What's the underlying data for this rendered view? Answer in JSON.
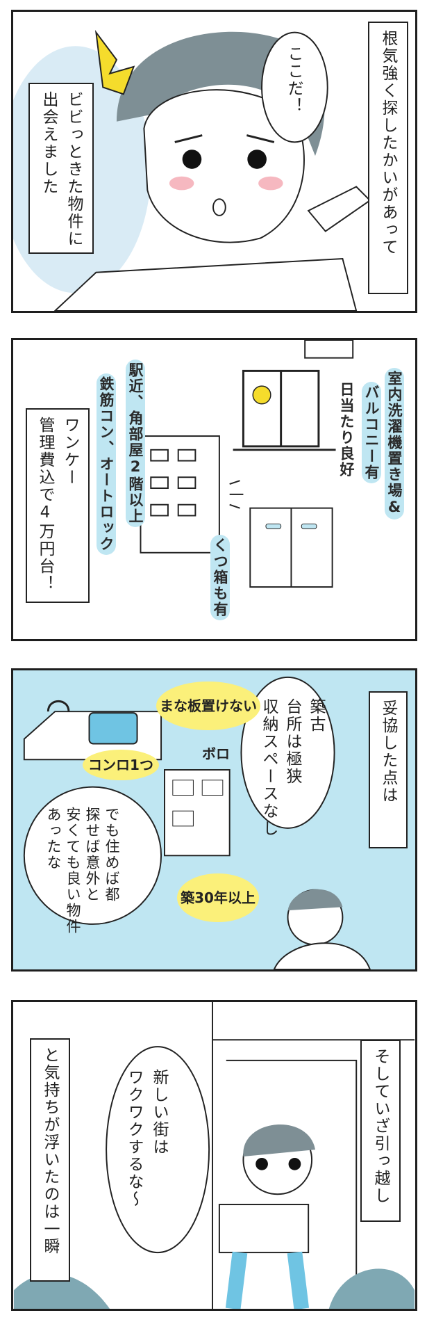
{
  "panels": [
    {
      "narration": [
        "根気強く探したかいがあって"
      ],
      "narration2": [
        "ビビっときた物件に",
        "出会えました"
      ],
      "speech": "ここだ！"
    },
    {
      "narration": [
        "ワンケー",
        "管理費込で4万円台！"
      ],
      "note_station": [
        "駅近、角部屋2階以上",
        "鉄筋コン、オートロック"
      ],
      "note_laundry": [
        "室内洗濯機置き場&",
        "バルコニー有",
        "日当たり良好"
      ],
      "note_shoes": "くつ箱も有"
    },
    {
      "narration": [
        "妥協した点は"
      ],
      "list": [
        "築古",
        "台所は極狭",
        "収納スペースなし"
      ],
      "thought": [
        "でも住めば都",
        "探せば意外と",
        "安くても良い物件",
        "あったな"
      ],
      "label_board": "まな板置けない",
      "label_stove": "コンロ1つ",
      "label_boro": "ボロ",
      "label_age": "築30年以上"
    },
    {
      "narration": [
        "そしていざ引っ越し"
      ],
      "narration2": [
        "と気持ちが浮いたのは一瞬"
      ],
      "thought": [
        "新しい街は",
        "ワクワクするな〜"
      ]
    }
  ]
}
